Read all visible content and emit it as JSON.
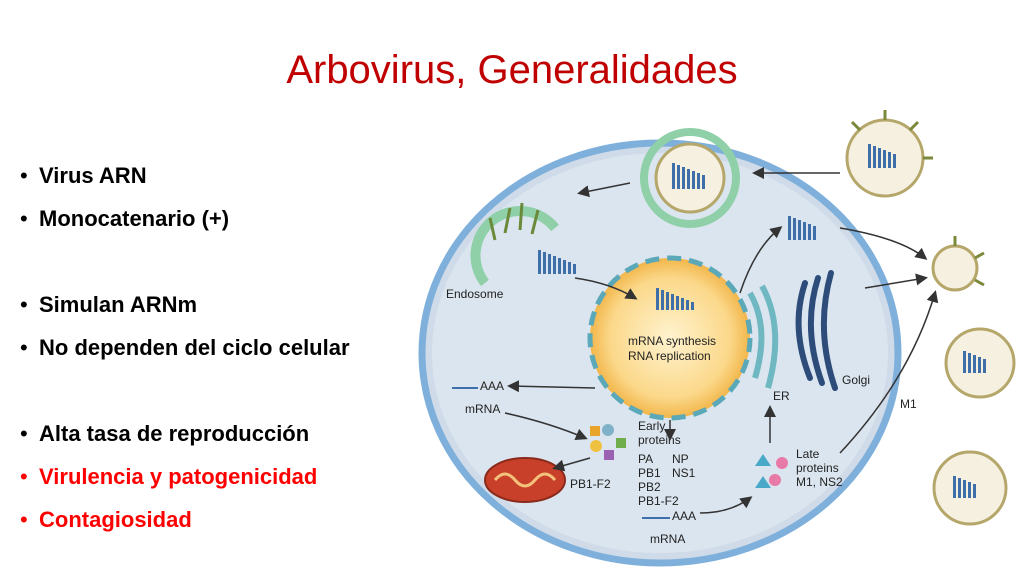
{
  "title": "Arbovirus, Generalidades",
  "colors": {
    "title": "#c00000",
    "highlight": "#ff0000"
  },
  "bullets": [
    {
      "text": "Virus ARN",
      "highlight": false
    },
    {
      "text": "Monocatenario (+)",
      "highlight": false
    },
    {
      "text": "Simulan ARNm",
      "highlight": false
    },
    {
      "text": "No dependen del ciclo celular",
      "highlight": false
    },
    {
      "text": "Alta tasa de reproducción",
      "highlight": false
    },
    {
      "text": "Virulencia y patogenicidad",
      "highlight": true
    },
    {
      "text": "Contagiosidad",
      "highlight": true
    }
  ],
  "bullet_symbol": "•",
  "diagram": {
    "endosome": "Endosome",
    "nucleus_line1": "mRNA synthesis",
    "nucleus_line2": "RNA replication",
    "er": "ER",
    "golgi": "Golgi",
    "m1": "M1",
    "mrna_tail": "AAA",
    "mrna": "mRNA",
    "early_proteins_line1": "Early",
    "early_proteins_line2": "proteins",
    "early_list_1": "PA",
    "early_list_2": "NP",
    "early_list_3": "PB1",
    "early_list_4": "NS1",
    "early_list_5": "PB2",
    "early_list_6": "PB1-F2",
    "pb1f2": "PB1-F2",
    "late_proteins_line1": "Late",
    "late_proteins_line2": "proteins",
    "late_proteins_line3": "M1, NS2"
  }
}
